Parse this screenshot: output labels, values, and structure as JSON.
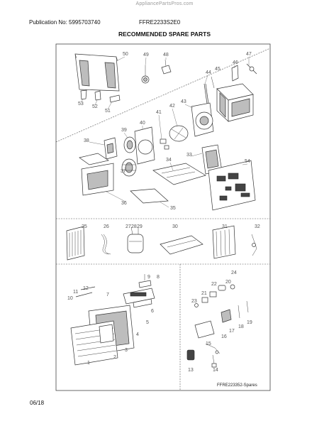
{
  "header": {
    "watermark": "AppliancePartsPros.com",
    "publication": "Publication No: 5995703740",
    "model": "FFRE2233S2E0",
    "title": "RECOMMENDED SPARE PARTS"
  },
  "diagram": {
    "caption": "FFRE223352-Spares",
    "part_numbers": {
      "p1": "1",
      "p2": "2",
      "p3": "3",
      "p4": "4",
      "p5": "5",
      "p6": "6",
      "p7": "7",
      "p8": "8",
      "p9": "9",
      "p10": "10",
      "p11": "11",
      "p12": "12",
      "p13": "13",
      "p14": "14",
      "p15": "15",
      "p16": "16",
      "p17": "17",
      "p18": "18",
      "p19": "19",
      "p20": "20",
      "p21": "21",
      "p22": "22",
      "p23": "23",
      "p24": "24",
      "p25": "25",
      "p26": "26",
      "p27": "27",
      "p28": "28",
      "p29": "29",
      "p30": "30",
      "p31": "31",
      "p32": "32",
      "p33": "33",
      "p34": "34",
      "p35": "35",
      "p36": "36",
      "p37": "37",
      "p38": "38",
      "p39": "39",
      "p40": "40",
      "p41": "41",
      "p42": "42",
      "p43": "43",
      "p44": "44",
      "p45": "45",
      "p46": "46",
      "p47": "47",
      "p48": "48",
      "p49": "49",
      "p50": "50",
      "p51": "51",
      "p52": "52",
      "p53": "53",
      "p54": "54"
    }
  },
  "footer": {
    "date": "06/18"
  }
}
